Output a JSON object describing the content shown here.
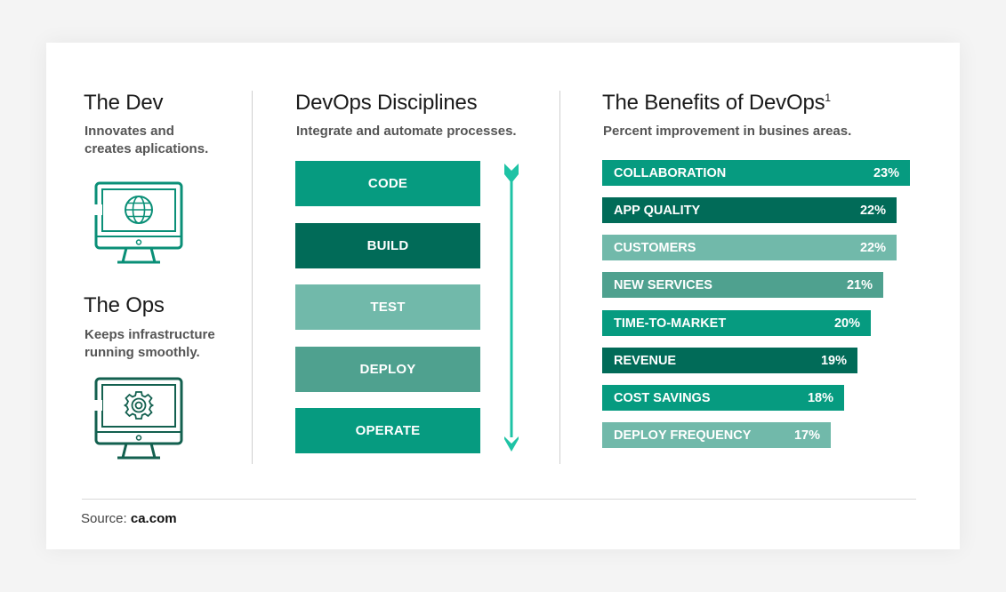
{
  "dev": {
    "title": "The Dev",
    "subtitle_line1": "Innovates and",
    "subtitle_line2": "creates aplications.",
    "icon": "monitor-globe-icon"
  },
  "ops": {
    "title": "The Ops",
    "subtitle_line1": "Keeps infrastructure",
    "subtitle_line2": "running smoothly.",
    "icon": "monitor-gear-icon"
  },
  "disciplines": {
    "title": "DevOps Disciplines",
    "subtitle": "Integrate and automate processes.",
    "arrow_color": "#1ec3a5",
    "items": [
      {
        "label": "CODE",
        "color": "#069b80"
      },
      {
        "label": "BUILD",
        "color": "#016b58"
      },
      {
        "label": "TEST",
        "color": "#71b9aa"
      },
      {
        "label": "DEPLOY",
        "color": "#4fa18f"
      },
      {
        "label": "OPERATE",
        "color": "#069b80"
      }
    ]
  },
  "benefits": {
    "title": "The Benefits of DevOps",
    "title_sup": "1",
    "subtitle": "Percent improvement in busines areas.",
    "bars": [
      {
        "label": "COLLABORATION",
        "value": 23,
        "text": "23%",
        "color": "#069b80"
      },
      {
        "label": "APP QUALITY",
        "value": 22,
        "text": "22%",
        "color": "#016b58"
      },
      {
        "label": "CUSTOMERS",
        "value": 22,
        "text": "22%",
        "color": "#71b9aa"
      },
      {
        "label": "NEW SERVICES",
        "value": 21,
        "text": "21%",
        "color": "#4fa18f"
      },
      {
        "label": "TIME-TO-MARKET",
        "value": 20,
        "text": "20%",
        "color": "#069b80"
      },
      {
        "label": "REVENUE",
        "value": 19,
        "text": "19%",
        "color": "#016b58"
      },
      {
        "label": "COST SAVINGS",
        "value": 18,
        "text": "18%",
        "color": "#069b80"
      },
      {
        "label": "DEPLOY FREQUENCY",
        "value": 17,
        "text": "17%",
        "color": "#71b9aa"
      }
    ]
  },
  "footer": {
    "source_label": "Source:",
    "source_value": "ca.com"
  }
}
